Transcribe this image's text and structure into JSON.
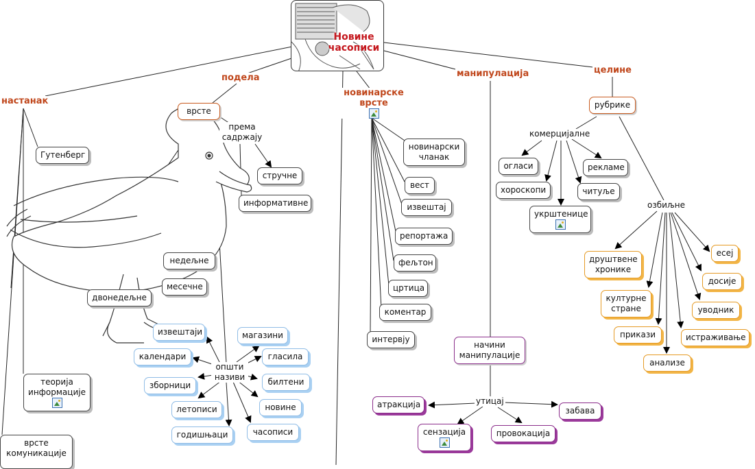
{
  "root": {
    "title_line1": "Новине",
    "title_line2": "часописи"
  },
  "headers": {
    "nastanak": "настанак",
    "podela": "подела",
    "novinarske": "новинарске врсте",
    "manipulacija": "манипулација",
    "celine": "целине"
  },
  "labels": {
    "prema": "према садржају",
    "opsti": "општи називи",
    "komercijalne": "комерцијалне",
    "ozbiljne": "озбиљне",
    "uticaj": "утицај"
  },
  "nodes": {
    "gutenberg": "Гутенберг",
    "teorija": "теорија информације",
    "vrste_kom": "врсте комуникације",
    "vrste": "врсте",
    "strucne": "стручне",
    "informativne": "информативне",
    "nedeljne": "недељне",
    "mesecne": "месечне",
    "dvonedeljne": "двонедељне",
    "izvestaji": "извештаји",
    "kalendari": "календари",
    "zbornici": "зборници",
    "letopisi": "летописи",
    "godisnjaci": "годишњаци",
    "magazini": "магазини",
    "glasila": "гласила",
    "bilteni": "билтени",
    "novine": "новине",
    "casopisi": "часописи",
    "clanak": "новинарски чланак",
    "vest": "вест",
    "izvestaj": "извештај",
    "reportaza": "репортажа",
    "feljton": "фељтон",
    "crtica": "цртица",
    "komentar": "коментар",
    "intervju": "интервју",
    "nacini": "начини манипулације",
    "atrakcija": "атракција",
    "senzacija": "сензација",
    "provokacija": "провокација",
    "zabava": "забава",
    "rubrike": "рубрике",
    "oglasi": "огласи",
    "reklame": "рекламе",
    "horoskopi": "хороскопи",
    "citulje": "читуље",
    "ukrstenice": "укрштенице",
    "drustvene": "друштвене хронике",
    "kulturne": "културне стране",
    "prikazi": "прикази",
    "analize": "анализе",
    "esej": "есеј",
    "dosije": "досије",
    "uvodnik": "уводник",
    "istrazivanje": "истраживање"
  },
  "colors": {
    "header": "#c0471c",
    "root_title": "#c4161c",
    "orange": "#e59a24",
    "blue": "#8fbce6",
    "purple": "#8a2c8a"
  }
}
